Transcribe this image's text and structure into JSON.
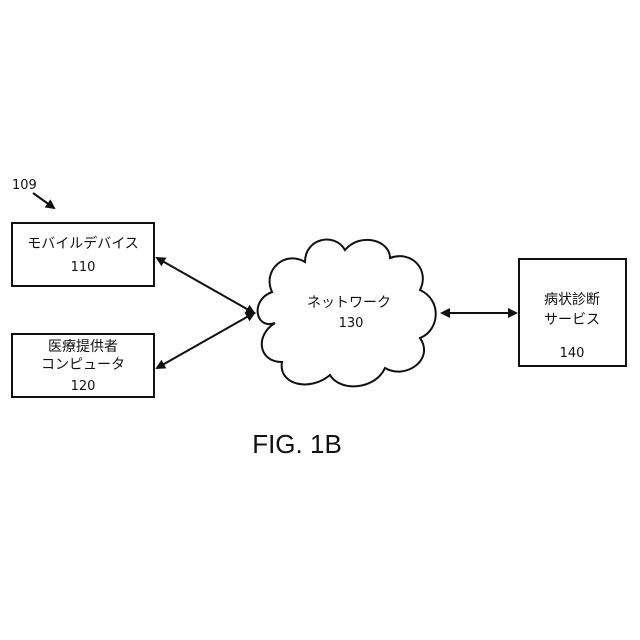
{
  "diagram": {
    "ref_label": "109",
    "nodes": {
      "mobile": {
        "title": "モバイルデバイス",
        "number": "110"
      },
      "provider": {
        "title_line1": "医療提供者",
        "title_line2": "コンピュータ",
        "number": "120"
      },
      "network": {
        "title": "ネットワーク",
        "number": "130"
      },
      "diagnosis": {
        "title_line1": "病状診断",
        "title_line2": "サービス",
        "number": "140"
      }
    },
    "edges": [
      {
        "from": "mobile",
        "to": "network",
        "direction": "bidirectional"
      },
      {
        "from": "provider",
        "to": "network",
        "direction": "bidirectional"
      },
      {
        "from": "network",
        "to": "diagnosis",
        "direction": "bidirectional"
      }
    ],
    "figure_caption": "FIG. 1B"
  }
}
